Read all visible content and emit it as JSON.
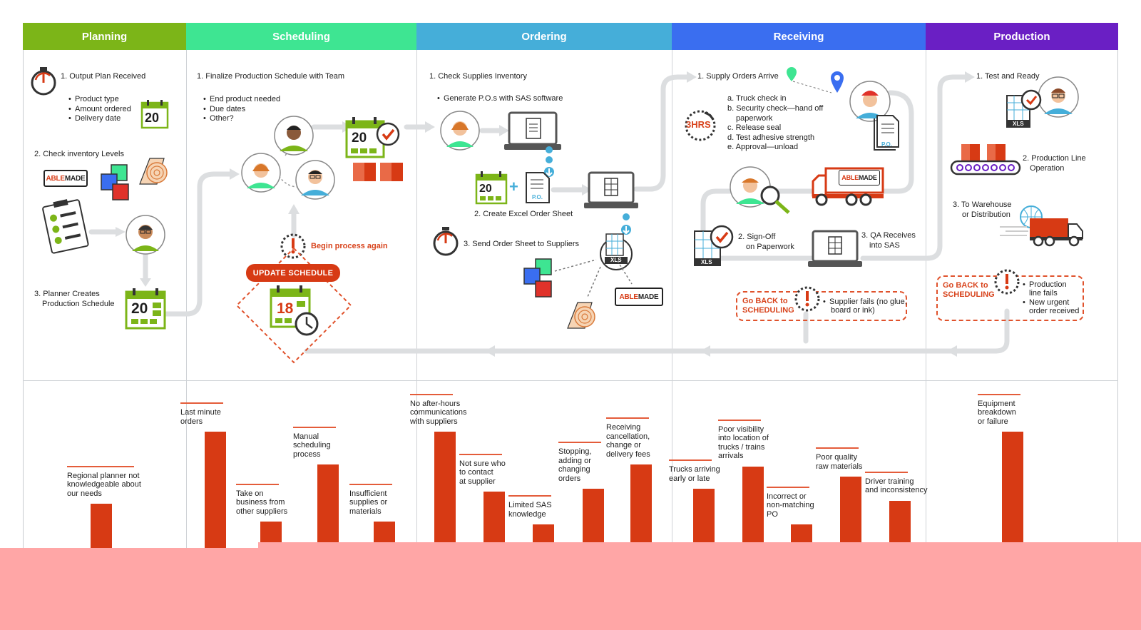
{
  "colors": {
    "planning": "#7cb518",
    "scheduling": "#3ee592",
    "ordering": "#45aed9",
    "receiving": "#3a6ef0",
    "production": "#6a1fc4",
    "bar": "#d73a14",
    "arrow": "#dcdee0"
  },
  "headers": [
    "Planning",
    "Scheduling",
    "Ordering",
    "Receiving",
    "Production"
  ],
  "planning": {
    "step1": "1. Output Plan Received",
    "bullets": [
      "Product type",
      "Amount ordered",
      "Delivery date"
    ],
    "step2": "2. Check inventory Levels",
    "step3_l1": "3. Planner Creates",
    "step3_l2": "Production Schedule",
    "cal_day": "20",
    "logo": [
      "ABLE",
      "MADE"
    ]
  },
  "scheduling": {
    "step1": "1. Finalize Production Schedule with Team",
    "bullets": [
      "End product needed",
      "Due dates",
      "Other?"
    ],
    "begin_again": "Begin process again",
    "update_button": "UPDATE SCHEDULE",
    "cal_day": "20",
    "cal_day2": "18"
  },
  "ordering": {
    "step1": "1. Check Supplies Inventory",
    "bullet": "Generate P.O.s with SAS software",
    "step2": "2. Create Excel Order Sheet",
    "step3": "3. Send Order Sheet to Suppliers",
    "po": "P.O.",
    "xls": "XLS",
    "cal_day": "20",
    "logo": [
      "ABLE",
      "MADE"
    ]
  },
  "receiving": {
    "step1": "1. Supply Orders Arrive",
    "hrs": "3HRS",
    "list": [
      "a. Truck check in",
      "b. Security check—hand off",
      "paperwork",
      "c. Release seal",
      "d. Test adhesive strength",
      "e. Approval—unload"
    ],
    "step2_l1": "2. Sign-Off",
    "step2_l2": "on Paperwork",
    "step3_l1": "3. QA Receives",
    "step3_l2": "into SAS",
    "goback_l1": "Go BACK to",
    "goback_l2": "SCHEDULING",
    "fail_l1": "Supplier fails (no glue,",
    "fail_l2": "board or ink)",
    "truck_logo": [
      "ABLE",
      "MADE"
    ],
    "po": "P.O.",
    "xls": "XLS"
  },
  "production": {
    "step1": "1. Test and Ready",
    "step2_l1": "2. Production Line",
    "step2_l2": "Operation",
    "step3_l1": "3. To Warehouse",
    "step3_l2": "or Distribution",
    "goback_l1": "Go BACK to",
    "goback_l2": "SCHEDULING",
    "bullets": [
      "Production",
      "line fails",
      "New urgent",
      "order received"
    ],
    "xls": "XLS"
  },
  "chart_data": {
    "type": "bar",
    "title": "",
    "xlabel": "",
    "ylabel": "",
    "ylim": [
      0,
      100
    ],
    "categories": [
      "Regional planner not knowledgeable about our needs",
      "Last minute orders",
      "Take on business from other suppliers",
      "Manual scheduling process",
      "Insufficient supplies or materials",
      "No after-hours communications with suppliers",
      "Not sure who to contact at supplier",
      "Limited SAS knowledge",
      "Stopping, adding or changing orders",
      "Receiving cancellation, change or delivery fees",
      "Trucks arriving early or late",
      "Poor visibility into location of trucks / trains arrivals",
      "Incorrect or non-matching PO",
      "Poor quality raw materials",
      "Driver training and inconsistency",
      "Equipment breakdown or failure"
    ],
    "values": [
      40,
      88,
      28,
      66,
      28,
      88,
      48,
      26,
      50,
      66,
      50,
      65,
      26,
      58,
      42,
      88
    ]
  },
  "bar_labels": [
    [
      "Regional planner not",
      "knowledgeable about",
      "our needs"
    ],
    [
      "Last minute",
      "orders"
    ],
    [
      "Take on",
      "business from",
      "other suppliers"
    ],
    [
      "Manual",
      "scheduling",
      "process"
    ],
    [
      "Insufficient",
      "supplies or",
      "materials"
    ],
    [
      "No after-hours",
      "communications",
      "with suppliers"
    ],
    [
      "Not sure who",
      "to contact",
      "at supplier"
    ],
    [
      "Limited SAS",
      "knowledge"
    ],
    [
      "Stopping,",
      "adding or",
      "changing",
      "orders"
    ],
    [
      "Receiving",
      "cancellation,",
      "change or",
      "delivery fees"
    ],
    [
      "Trucks arriving",
      "early or late"
    ],
    [
      "Poor visibility",
      "into location of",
      "trucks / trains",
      "arrivals"
    ],
    [
      "Incorrect or",
      "non-matching",
      "PO"
    ],
    [
      "Poor quality",
      "raw materials"
    ],
    [
      "Driver training",
      "and inconsistency"
    ],
    [
      "Equipment",
      "breakdown",
      "or failure"
    ]
  ]
}
